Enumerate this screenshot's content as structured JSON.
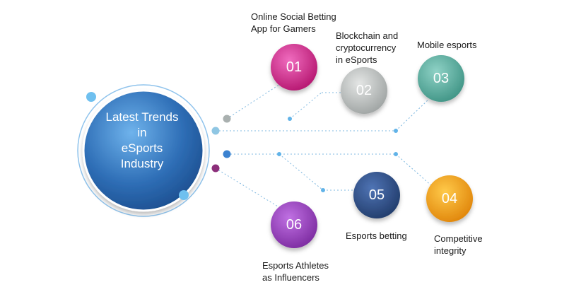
{
  "center": {
    "title": "Latest Trends\nin\neSports\nIndustry"
  },
  "trends": [
    {
      "number": "01",
      "label": "Online Social Betting\nApp for Gamers",
      "color": "#d6248f"
    },
    {
      "number": "02",
      "label": "Blockchain and\ncryptocurrency\nin eSports",
      "color": "#b9bdbc"
    },
    {
      "number": "03",
      "label": "Mobile esports",
      "color": "#57b0a3"
    },
    {
      "number": "04",
      "label": "Competitive\nintegrity",
      "color": "#f6a311"
    },
    {
      "number": "05",
      "label": "Esports betting",
      "color": "#2e4f86"
    },
    {
      "number": "06",
      "label": "Esports Athletes\nas Influencers",
      "color": "#9b3fc0"
    }
  ],
  "colors": {
    "center": "#3a7dc6",
    "dots": "#61b3e8",
    "line": "#7fb8e0"
  }
}
